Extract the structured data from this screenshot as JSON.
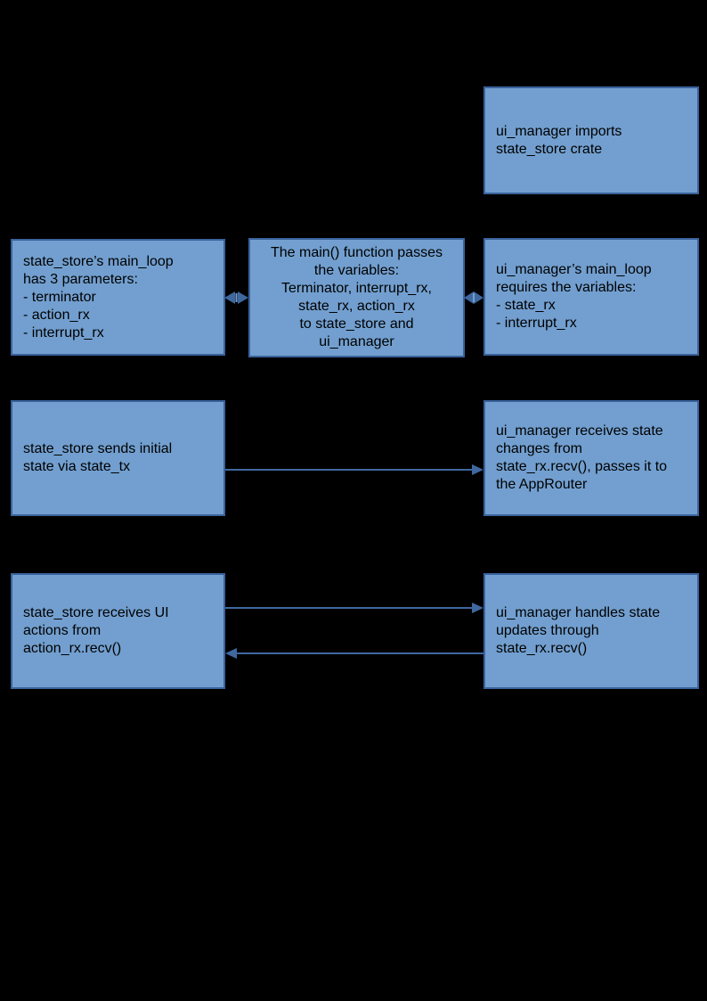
{
  "canvas": {
    "background": "#000000"
  },
  "colors": {
    "node_fill": "#729FCF",
    "node_border": "#3A639C",
    "connector": "#3F689F",
    "connector_dash": "#729FCF",
    "text": "#000000"
  },
  "nodes": {
    "imports": {
      "lines": [
        "ui_manager imports",
        "state_store crate"
      ]
    },
    "state_store_params": {
      "lines": [
        "state_store’s main_loop",
        "has 3 parameters:",
        "- terminator",
        "- action_rx",
        "- interrupt_rx"
      ]
    },
    "main_passes": {
      "lines": [
        "The main() function passes",
        "the variables:",
        "Terminator, interrupt_rx,",
        "state_rx, action_rx",
        "to state_store and",
        "ui_manager"
      ]
    },
    "ui_manager_params": {
      "lines": [
        "ui_manager’s main_loop",
        "requires the variables:",
        "- state_rx",
        "- interrupt_rx"
      ]
    },
    "sends_initial": {
      "lines": [
        "state_store sends initial",
        "state via state_tx"
      ]
    },
    "receives_state": {
      "lines": [
        "ui_manager receives state",
        "changes from",
        "state_rx.recv(), passes it to",
        "the AppRouter"
      ]
    },
    "receives_actions": {
      "lines": [
        "state_store receives UI",
        "actions from",
        "action_rx.recv()"
      ]
    },
    "handles_updates": {
      "lines": [
        "ui_manager handles state",
        "updates through",
        "state_rx.recv()"
      ]
    }
  }
}
